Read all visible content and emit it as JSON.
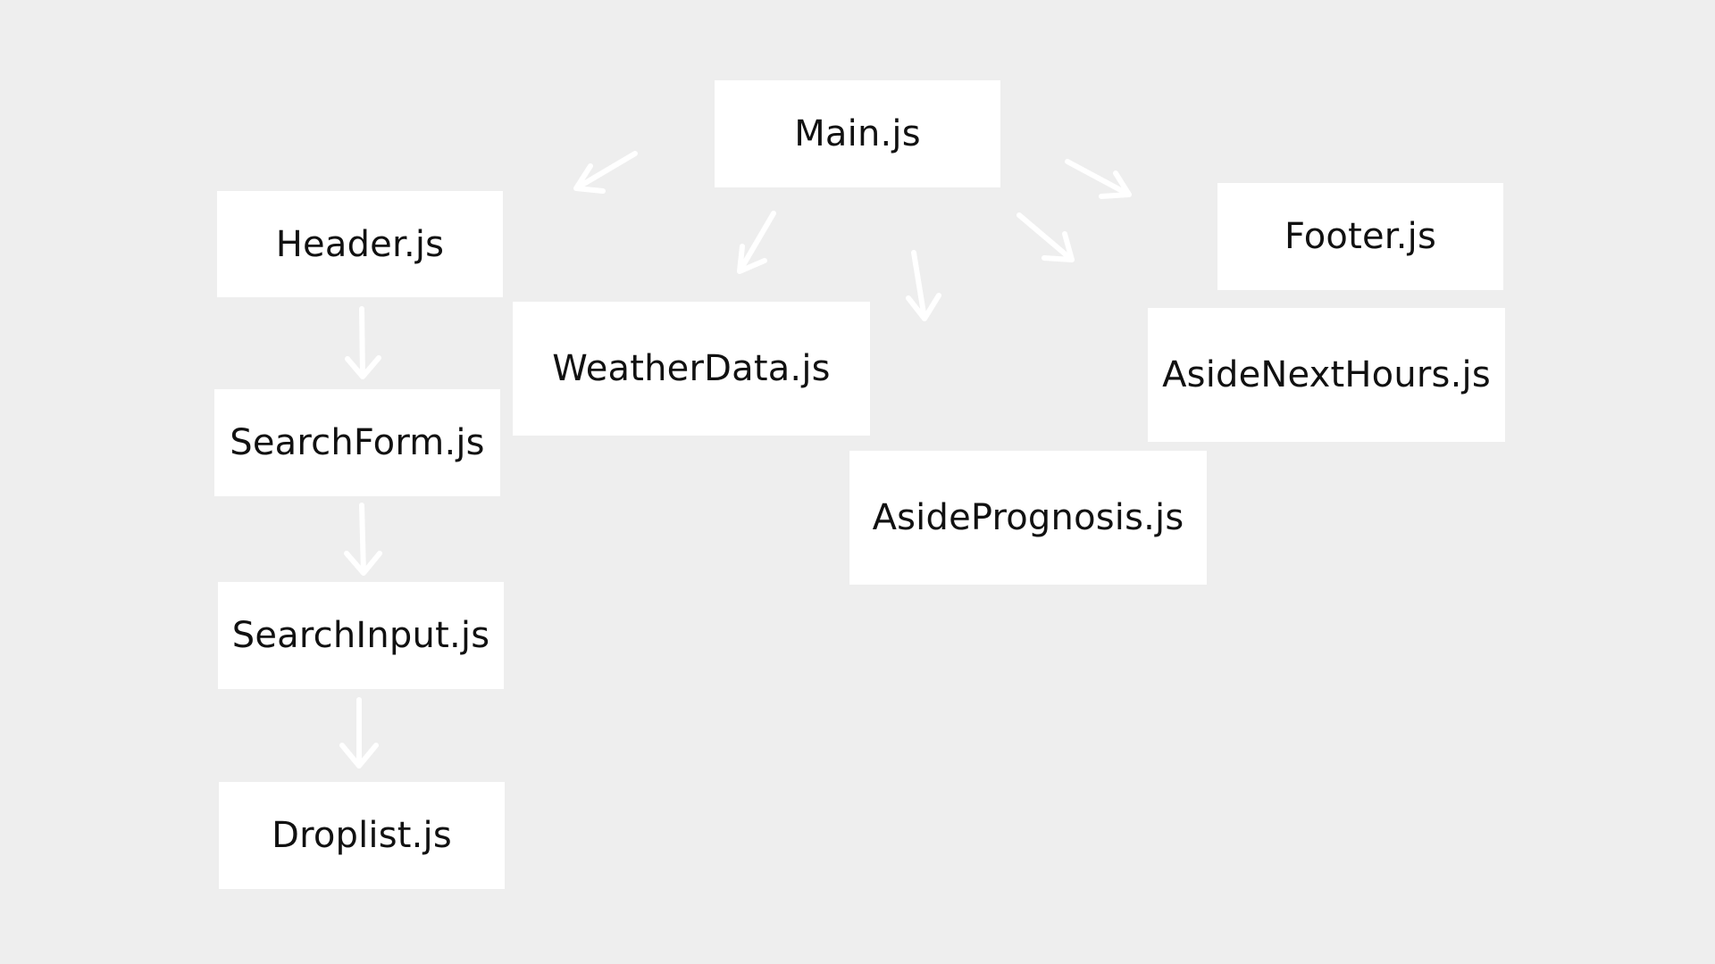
{
  "diagram": {
    "background_color": "#eeeeee",
    "box_color": "#ffffff",
    "arrow_color": "#ffffff",
    "nodes": {
      "main": "Main.js",
      "header": "Header.js",
      "footer": "Footer.js",
      "weather_data": "WeatherData.js",
      "aside_next_hours": "AsideNextHours.js",
      "aside_prognosis": "AsidePrognosis.js",
      "search_form": "SearchForm.js",
      "search_input": "SearchInput.js",
      "droplist": "Droplist.js"
    },
    "edges": [
      [
        "main",
        "header"
      ],
      [
        "main",
        "weather_data"
      ],
      [
        "main",
        "aside_prognosis"
      ],
      [
        "main",
        "aside_next_hours"
      ],
      [
        "main",
        "footer"
      ],
      [
        "header",
        "search_form"
      ],
      [
        "search_form",
        "search_input"
      ],
      [
        "search_input",
        "droplist"
      ]
    ]
  }
}
